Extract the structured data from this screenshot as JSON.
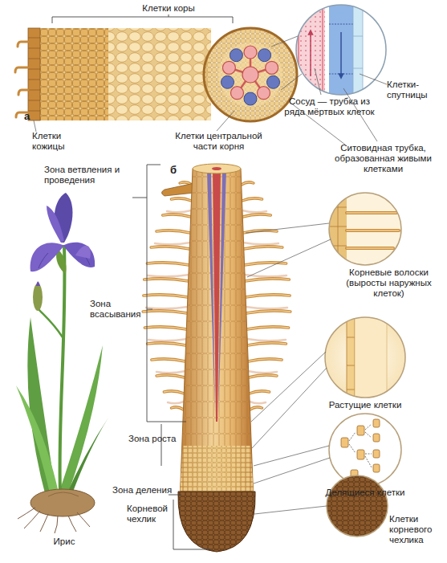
{
  "diagram": {
    "labels": [
      "Клетки коры",
      "а",
      "Клетки кожицы",
      "Клетки центральной части корня",
      "Сосуд — трубка из ряда мёртвых клеток",
      "Клетки-спутницы",
      "Ситовидная трубка, образованная живыми клетками",
      "б",
      "Зона ветвления и проведения",
      "Зона всасывания",
      "Зона роста",
      "Зона деления",
      "Корневой чехлик",
      "Корневые волоски (выросты наружных клеток)",
      "Растущие клетки",
      "Делящиеся клетки",
      "Клетки корневого чехлика",
      "Ирис"
    ]
  }
}
